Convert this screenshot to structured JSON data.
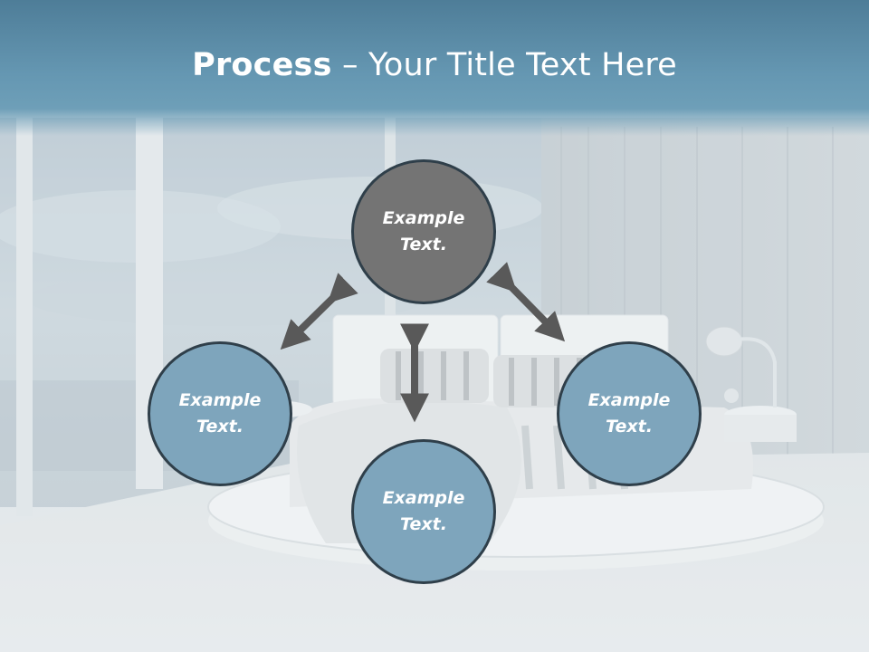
{
  "title": {
    "bold": "Process",
    "rest": " – Your Title Text Here"
  },
  "nodes": {
    "top": {
      "line1": "Example",
      "line2": "Text."
    },
    "left": {
      "line1": "Example",
      "line2": "Text."
    },
    "right": {
      "line1": "Example",
      "line2": "Text."
    },
    "bottom": {
      "line1": "Example",
      "line2": "Text."
    }
  },
  "colors": {
    "header": "#6597b2",
    "node_gray": "#747474",
    "node_blue": "#7ea5bc",
    "arrow": "#595959"
  }
}
